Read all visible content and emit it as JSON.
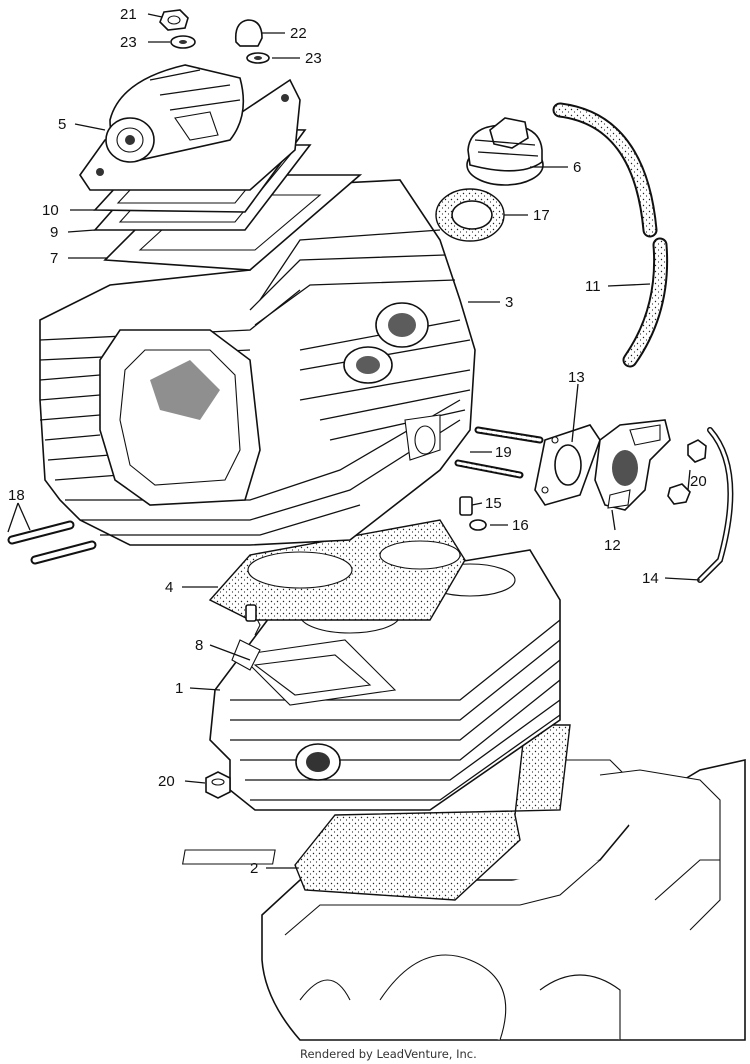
{
  "diagram": {
    "footer": "Rendered by LeadVenture, Inc.",
    "callouts": [
      {
        "id": "21",
        "label": "21"
      },
      {
        "id": "22",
        "label": "22"
      },
      {
        "id": "23a",
        "label": "23"
      },
      {
        "id": "23b",
        "label": "23"
      },
      {
        "id": "5",
        "label": "5"
      },
      {
        "id": "6",
        "label": "6"
      },
      {
        "id": "10",
        "label": "10"
      },
      {
        "id": "17",
        "label": "17"
      },
      {
        "id": "9",
        "label": "9"
      },
      {
        "id": "7",
        "label": "7"
      },
      {
        "id": "11",
        "label": "11"
      },
      {
        "id": "3",
        "label": "3"
      },
      {
        "id": "13",
        "label": "13"
      },
      {
        "id": "19",
        "label": "19"
      },
      {
        "id": "20a",
        "label": "20"
      },
      {
        "id": "18",
        "label": "18"
      },
      {
        "id": "15",
        "label": "15"
      },
      {
        "id": "16",
        "label": "16"
      },
      {
        "id": "12",
        "label": "12"
      },
      {
        "id": "14",
        "label": "14"
      },
      {
        "id": "4",
        "label": "4"
      },
      {
        "id": "8",
        "label": "8"
      },
      {
        "id": "1",
        "label": "1"
      },
      {
        "id": "20b",
        "label": "20"
      },
      {
        "id": "2",
        "label": "2"
      }
    ]
  }
}
